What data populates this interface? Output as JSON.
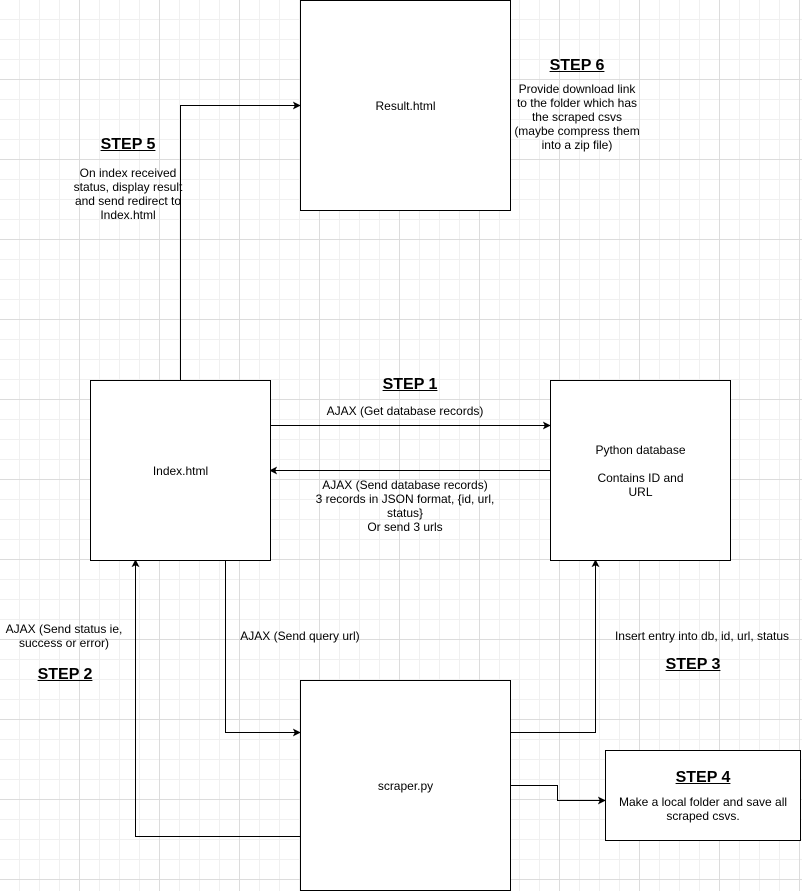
{
  "nodes": {
    "result": {
      "label": "Result.html"
    },
    "index": {
      "label": "Index.html"
    },
    "python_db": {
      "label": "Python database",
      "sub_lines": [
        "Contains ID and",
        "URL"
      ]
    },
    "scraper": {
      "label": "scraper.py"
    },
    "step4": {
      "title": "STEP 4",
      "lines": [
        "Make a local folder and save all",
        "scraped csvs."
      ]
    }
  },
  "steps": {
    "step1": {
      "title": "STEP 1"
    },
    "step2": {
      "title": "STEP 2"
    },
    "step3": {
      "title": "STEP 3"
    },
    "step5": {
      "title": "STEP 5",
      "lines": [
        "On index received",
        "status, display result",
        "and send redirect to",
        "Index.html"
      ]
    },
    "step6": {
      "title": "STEP 6",
      "lines": [
        "Provide download link",
        "to the folder which has",
        "the scraped csvs",
        "(maybe compress them",
        "into a zip file)"
      ]
    }
  },
  "edges": {
    "get_records": {
      "label": "AJAX (Get database records)"
    },
    "send_records": {
      "lines": [
        "AJAX (Send database records)",
        "3 records in JSON format, {id, url,",
        "status}",
        "Or send 3 urls"
      ]
    },
    "send_status": {
      "lines": [
        "AJAX (Send status ie,",
        "success or error)"
      ]
    },
    "send_query": {
      "label": "AJAX (Send query url)"
    },
    "insert_entry": {
      "label": "Insert entry into db, id, url, status"
    }
  }
}
